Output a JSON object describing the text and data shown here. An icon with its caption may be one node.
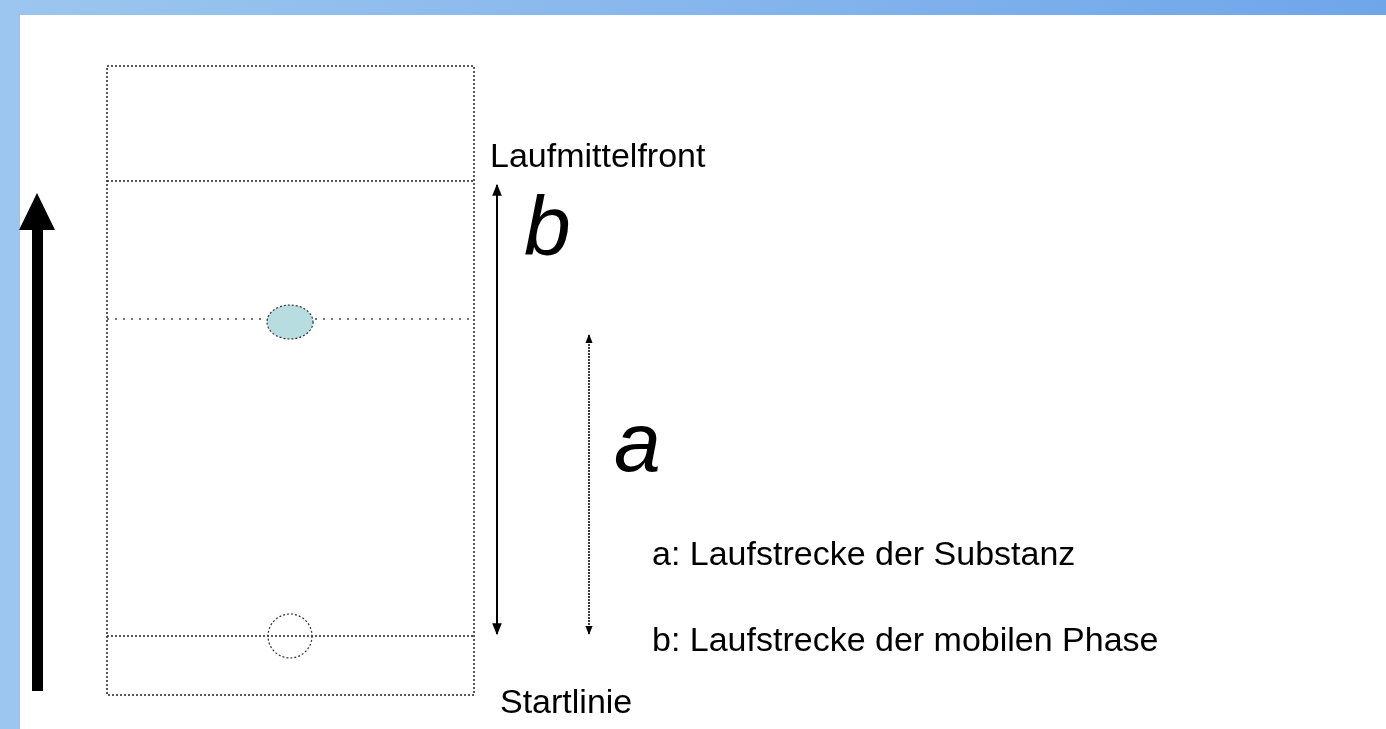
{
  "diagram": {
    "labels": [
      "Laufmittelfront",
      "b",
      "a",
      "a: Laufstrecke der Substanz",
      "b: Laufstrecke der mobilen Phase",
      "Startlinie"
    ]
  }
}
